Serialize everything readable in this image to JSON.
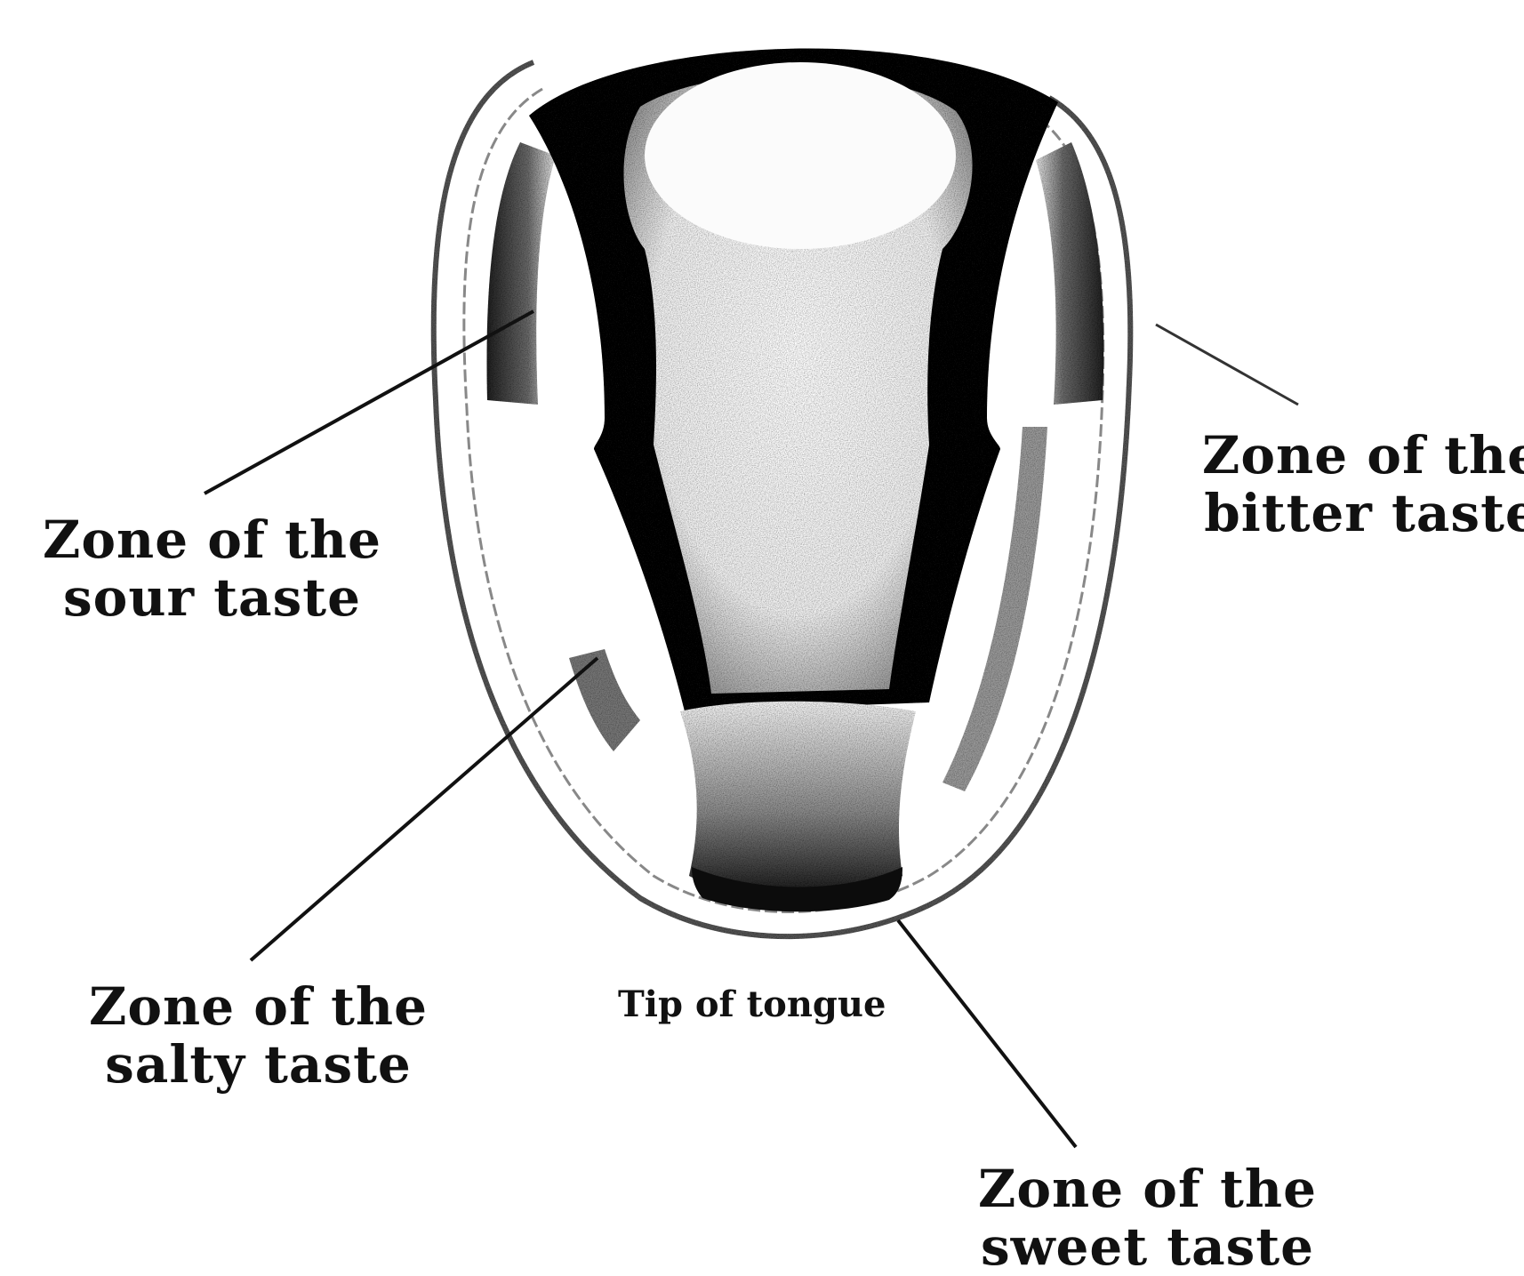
{
  "labels": {
    "sour": {
      "line1": "Zone of the",
      "line2": "sour taste"
    },
    "bitter": {
      "line1": "Zone of the",
      "line2": "bitter taste"
    },
    "salty": {
      "line1": "Zone of the",
      "line2": "salty taste"
    },
    "sweet": {
      "line1": "Zone of the",
      "line2": "sweet taste"
    },
    "tip": "Tip of tongue"
  },
  "colors": {
    "ink": "#111111",
    "paper": "#ffffff",
    "shade": "#444444"
  }
}
